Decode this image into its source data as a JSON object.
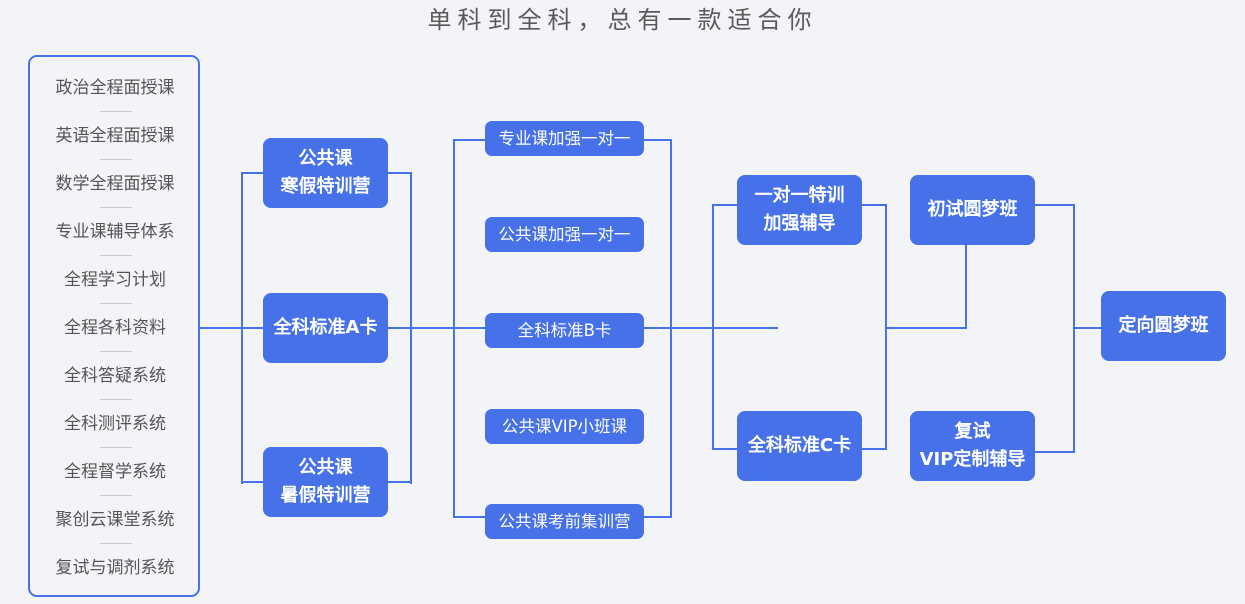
{
  "title": "单科到全科，总有一款适合你",
  "colors": {
    "accent": "#4671e8",
    "background": "#f3f4f7",
    "text": "#555555",
    "node_text": "#ffffff"
  },
  "services": [
    "政治全程面授课",
    "英语全程面授课",
    "数学全程面授课",
    "专业课辅导体系",
    "全程学习计划",
    "全程各科资料",
    "全科答疑系统",
    "全科测评系统",
    "全程督学系统",
    "聚创云课堂系统",
    "复试与调剂系统"
  ],
  "column_a": {
    "top": "公共课\n寒假特训营",
    "middle": "全科标准A卡",
    "bottom": "公共课\n暑假特训营"
  },
  "column_b": [
    "专业课加强一对一",
    "公共课加强一对一",
    "全科标准B卡",
    "公共课VIP小班课",
    "公共课考前集训营"
  ],
  "column_c": {
    "top": "一对一特训\n加强辅导",
    "bottom": "全科标准C卡"
  },
  "column_d": {
    "top": "初试圆梦班",
    "bottom": "复试\nVIP定制辅导"
  },
  "final": "定向圆梦班"
}
